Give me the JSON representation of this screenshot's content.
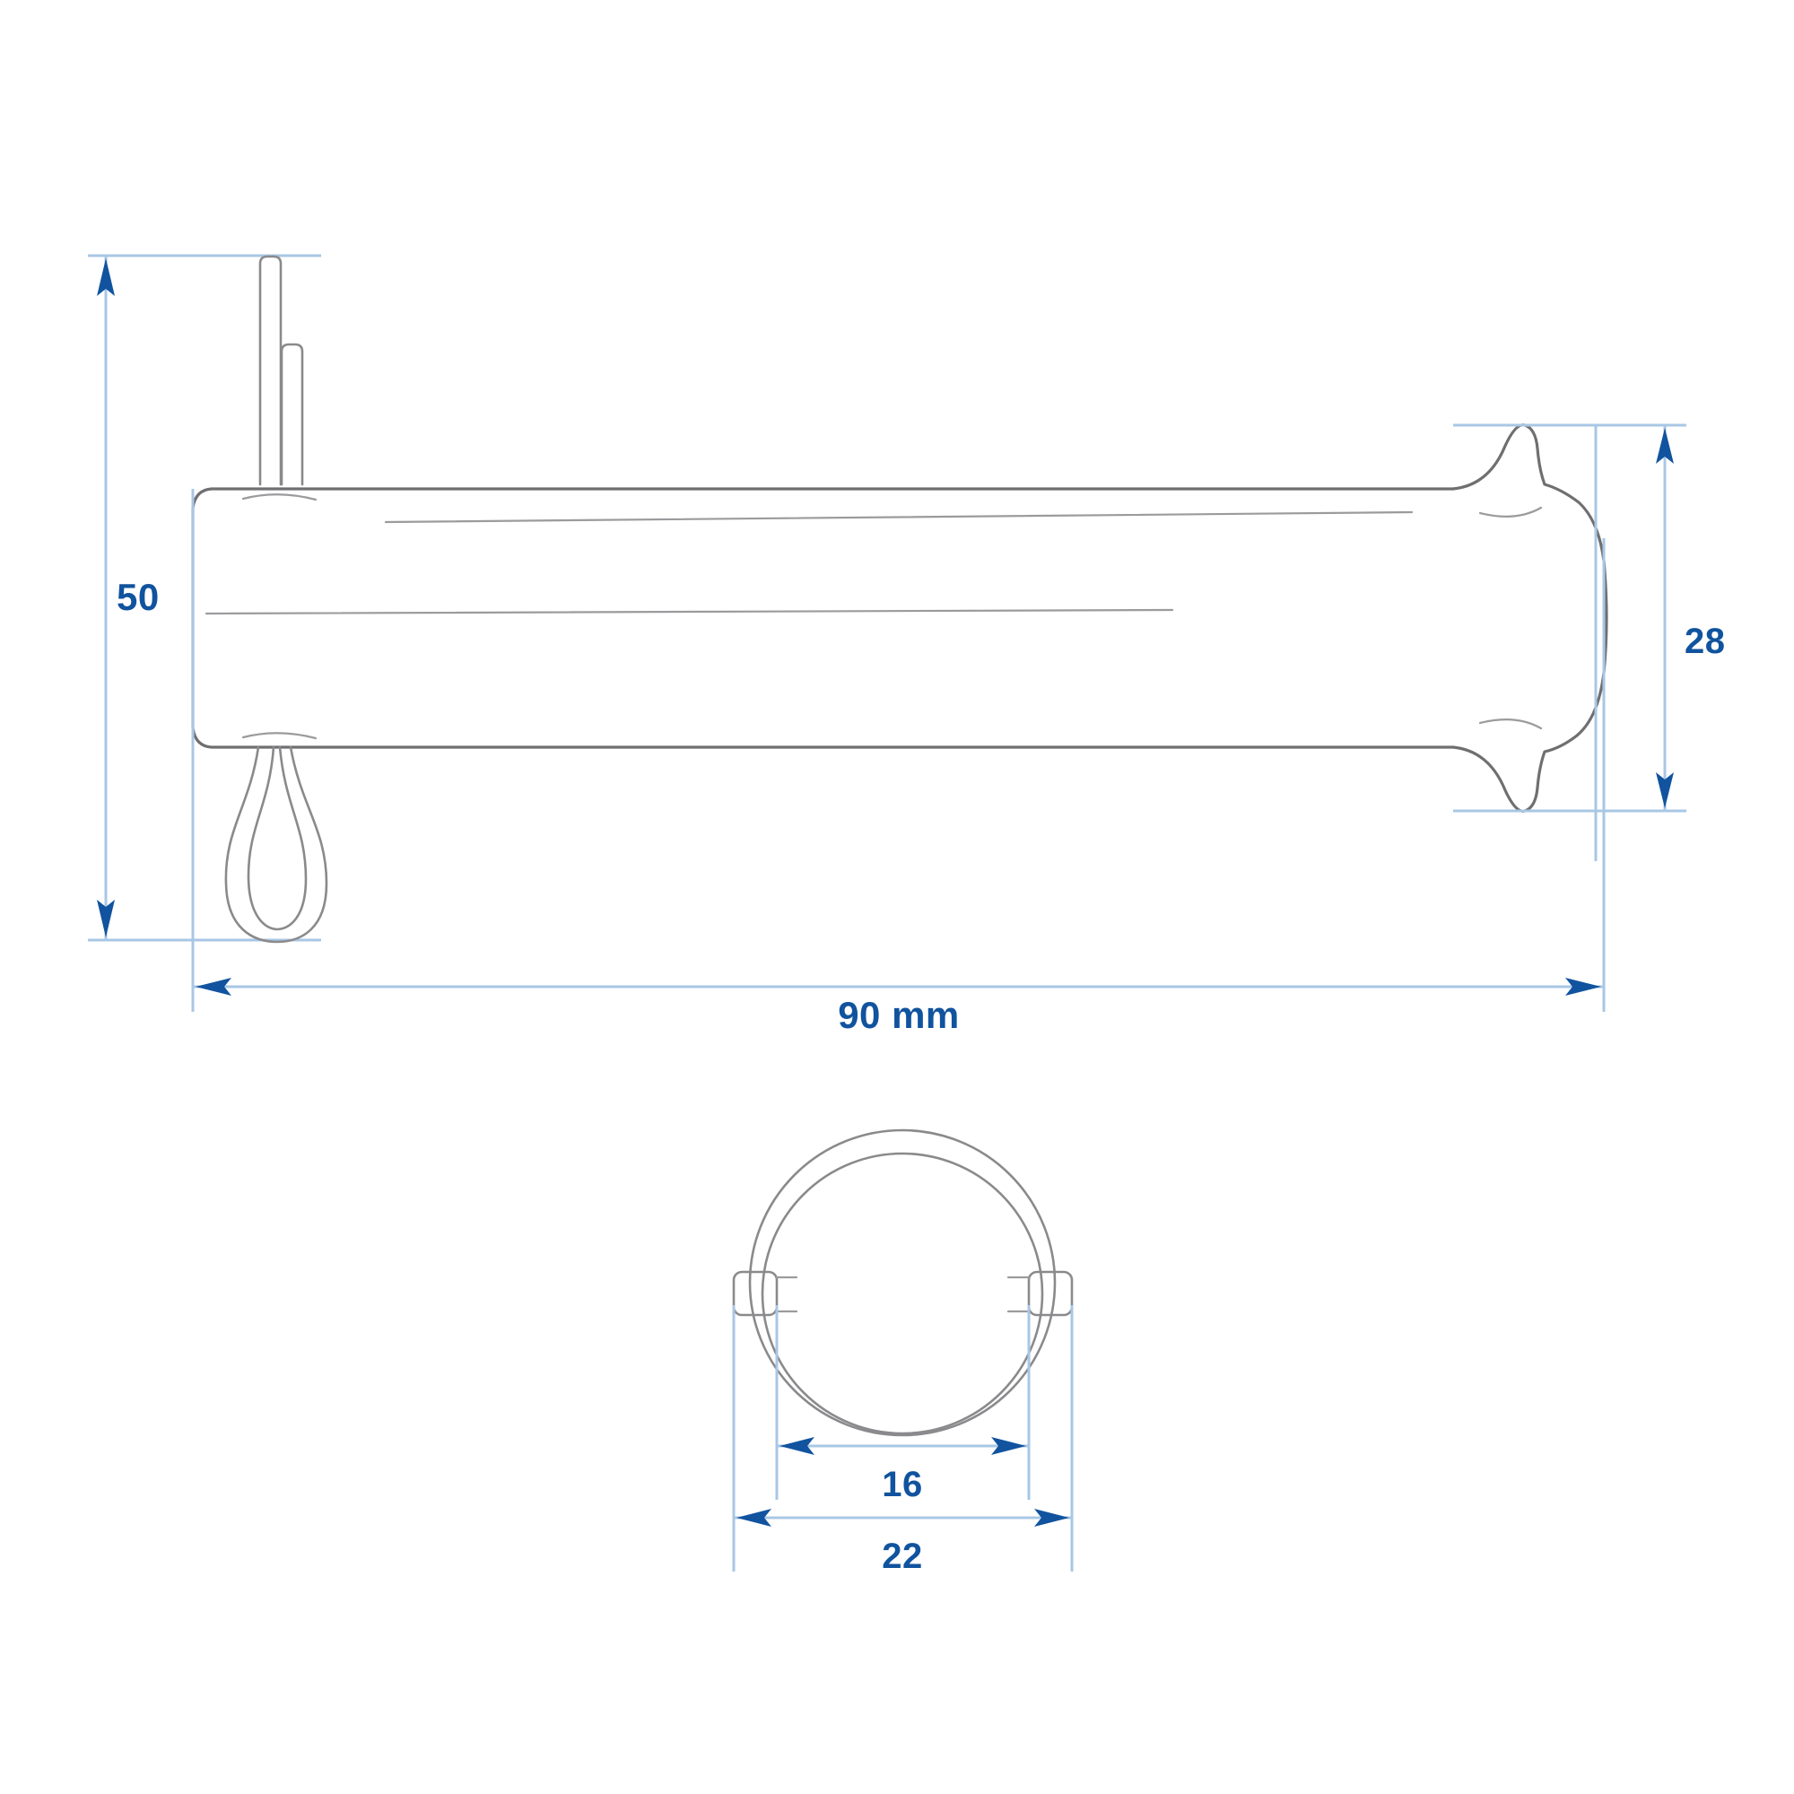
{
  "drawing": {
    "title": "Technical dimension drawing of a clevis pin with ring and cotter",
    "background_color": "#ffffff",
    "dimension_text_color": "#10539e",
    "dimension_line_color": "#a8c7e4",
    "outline_color": "#6f6f72",
    "units_note": "mm"
  },
  "dimensions": {
    "height_overall": {
      "label": "50",
      "value": 50,
      "unit": "mm",
      "orientation": "vertical",
      "view": "side"
    },
    "diameter_head": {
      "label": "28",
      "value": 28,
      "unit": "mm",
      "orientation": "vertical",
      "view": "side"
    },
    "length_overall": {
      "label": "90 mm",
      "value": 90,
      "unit": "mm",
      "orientation": "horizontal",
      "view": "side"
    },
    "ring_inner": {
      "label": "16",
      "value": 16,
      "unit": "mm",
      "orientation": "horizontal",
      "view": "ring"
    },
    "ring_outer": {
      "label": "22",
      "value": 22,
      "unit": "mm",
      "orientation": "horizontal",
      "view": "ring"
    }
  },
  "views": {
    "side_view": {
      "name": "side-view",
      "parts": [
        "cylindrical-pin-body",
        "cotter-pin-legs-top",
        "cotter-pin-loop-bottom",
        "pin-head-right-end"
      ]
    },
    "ring_view": {
      "name": "ring-view",
      "parts": [
        "ring-outer-circle",
        "ring-inner-circle",
        "ring-tab-left",
        "ring-tab-right"
      ]
    }
  }
}
